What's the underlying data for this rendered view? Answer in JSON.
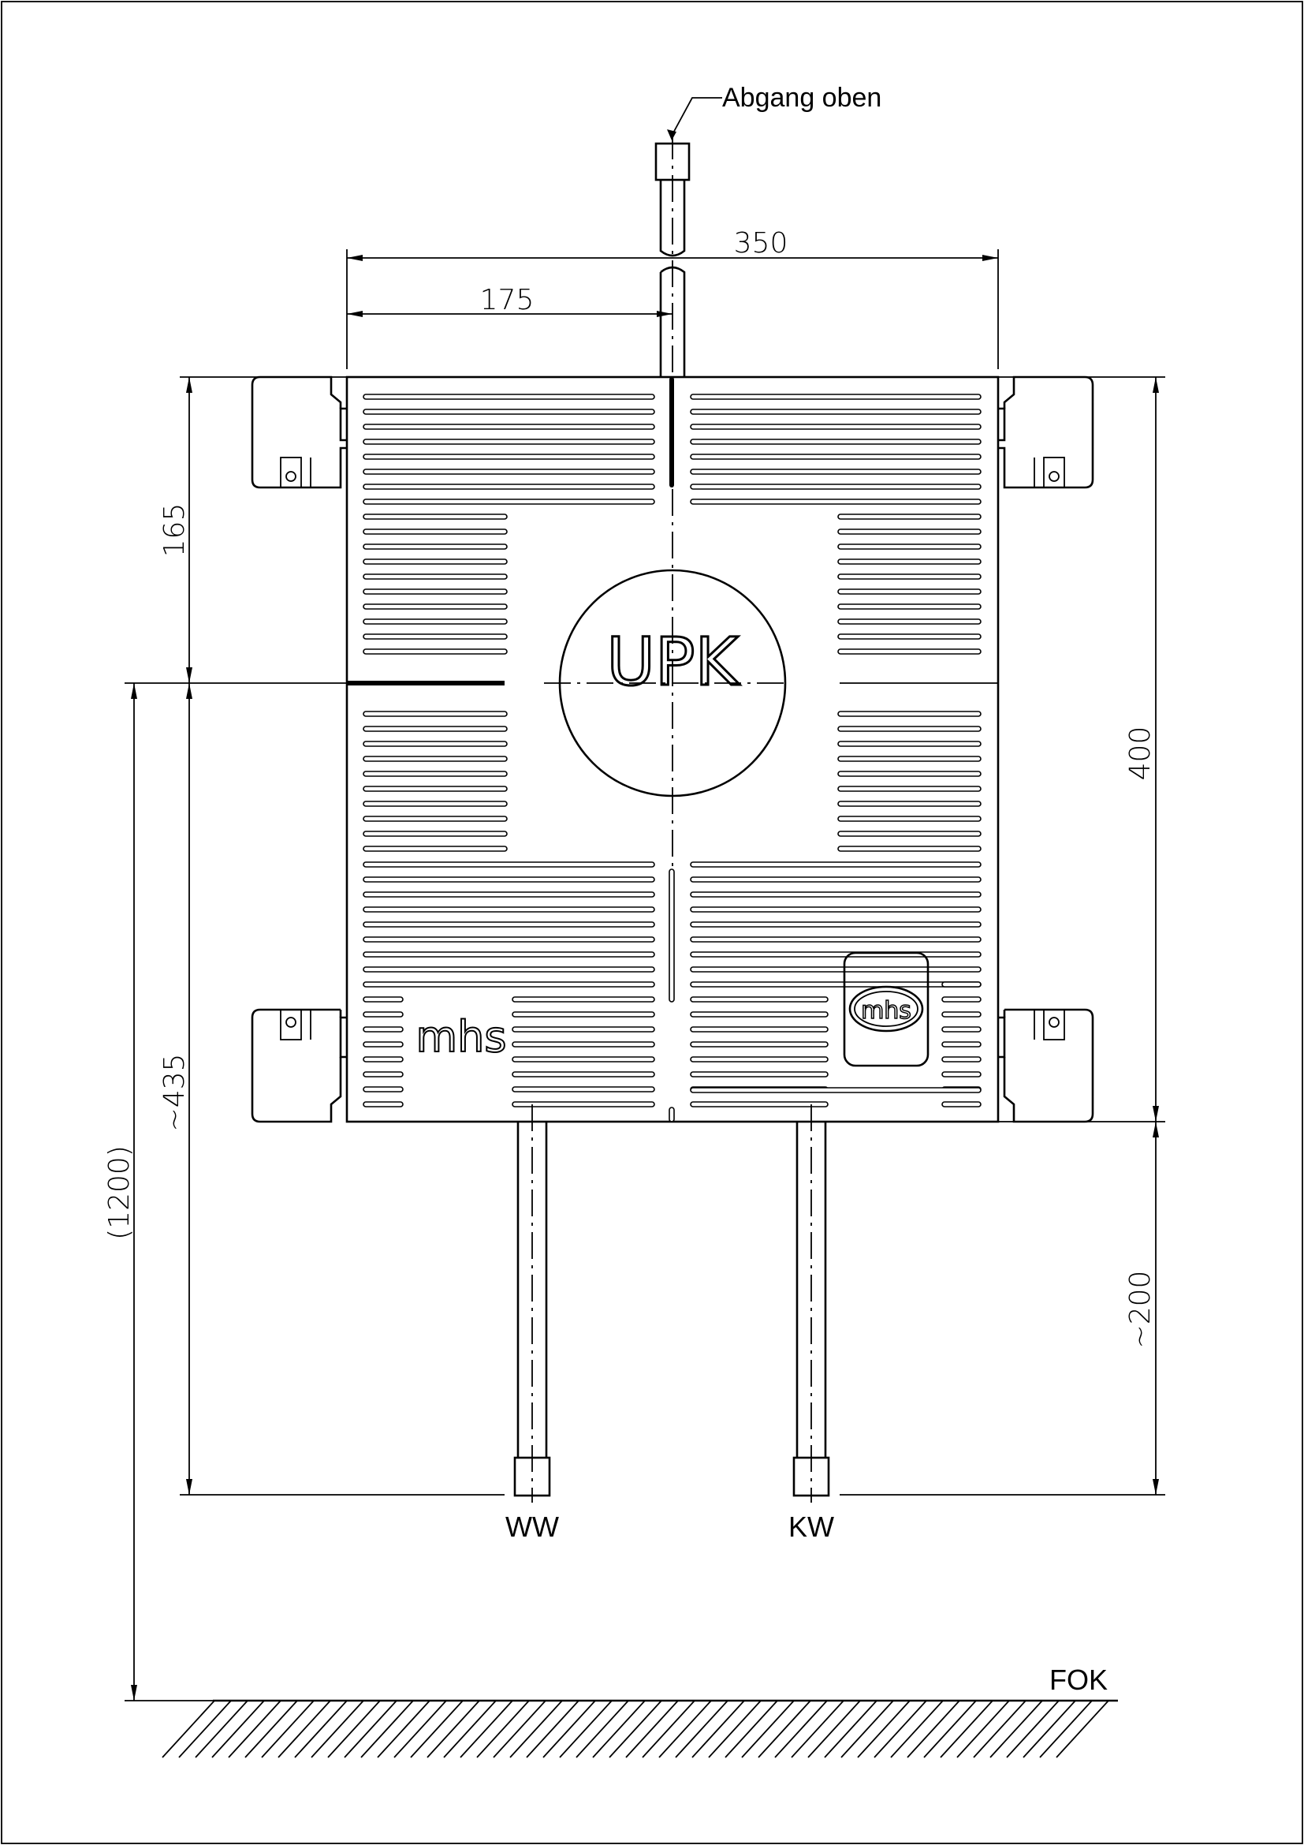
{
  "labels": {
    "outlet_top": "Abgang oben",
    "hot_water": "WW",
    "cold_water": "KW",
    "floor_level": "FOK",
    "box_text": "UPK",
    "logo_text": "mhs",
    "badge_text": "mhs"
  },
  "dimensions": {
    "total_width": "350",
    "half_width": "175",
    "upper_height": "165",
    "box_height": "400",
    "lower_height": "~435",
    "pipe_length": "~200",
    "floor_height": "(1200)"
  },
  "colors": {
    "line": "#000000",
    "background": "#ffffff"
  }
}
